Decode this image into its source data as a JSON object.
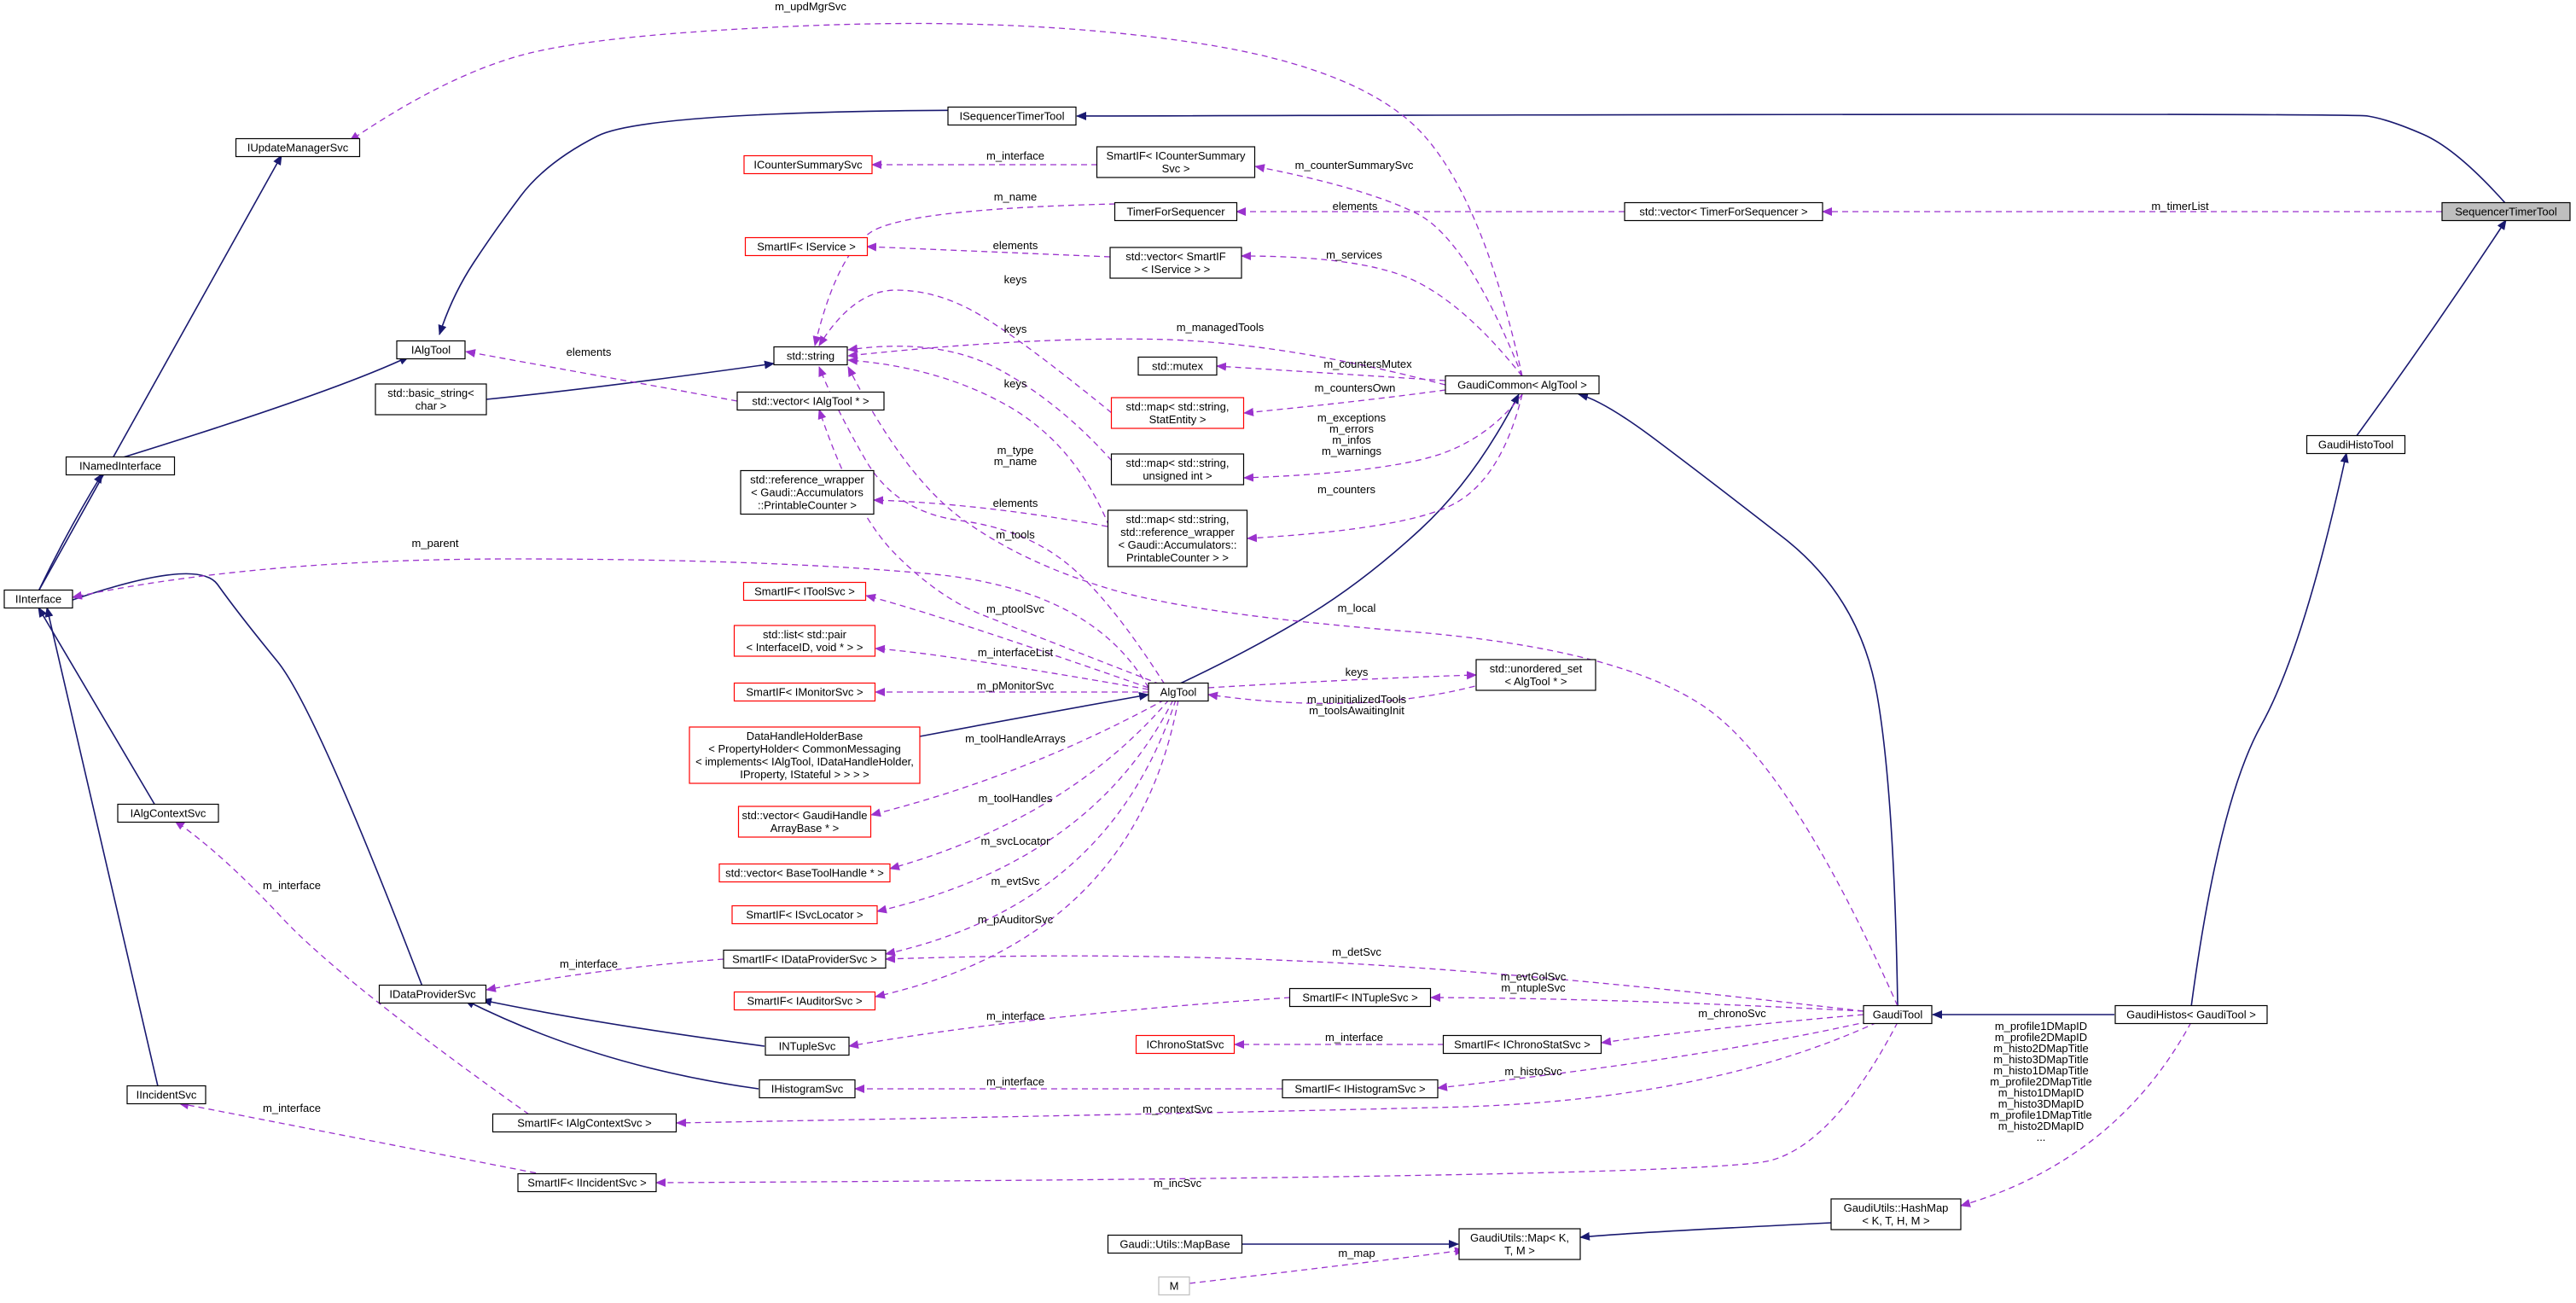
{
  "colors": {
    "inheritance": "#191970",
    "usage": "#9a32cd",
    "node_border": "#000000",
    "node_border_missing": "#ff0000",
    "node_border_undocumented": "#bfbfbf",
    "highlight_fill": "#bfbfbf"
  },
  "nodes": {
    "SequencerTimerTool": {
      "lines": [
        "SequencerTimerTool"
      ],
      "highlight": true
    },
    "ISequencerTimerTool": {
      "lines": [
        "ISequencerTimerTool"
      ]
    },
    "IUpdateManagerSvc": {
      "lines": [
        "IUpdateManagerSvc"
      ]
    },
    "ICounterSummarySvc": {
      "lines": [
        "ICounterSummarySvc"
      ],
      "missing": true
    },
    "SmartIF_ICounterSummarySvc": {
      "lines": [
        "SmartIF< ICounterSummary",
        "Svc >"
      ]
    },
    "TimerForSequencer": {
      "lines": [
        "TimerForSequencer"
      ]
    },
    "vector_TimerForSequencer": {
      "lines": [
        "std::vector< TimerForSequencer >"
      ]
    },
    "SmartIF_IService": {
      "lines": [
        "SmartIF< IService >"
      ],
      "missing": true
    },
    "vector_SmartIF_IService": {
      "lines": [
        "std::vector< SmartIF",
        "< IService > >"
      ]
    },
    "IAlgTool": {
      "lines": [
        "IAlgTool"
      ]
    },
    "std_string": {
      "lines": [
        "std::string"
      ]
    },
    "basic_string": {
      "lines": [
        "std::basic_string<",
        "char >"
      ]
    },
    "vector_IAlgTool": {
      "lines": [
        "std::vector< IAlgTool * >"
      ]
    },
    "std_mutex": {
      "lines": [
        "std::mutex"
      ]
    },
    "GaudiCommon_AlgTool": {
      "lines": [
        "GaudiCommon< AlgTool >"
      ]
    },
    "map_StatEntity": {
      "lines": [
        "std::map< std::string,",
        "StatEntity >"
      ],
      "missing": true
    },
    "map_unsigned": {
      "lines": [
        "std::map< std::string,",
        "unsigned int >"
      ]
    },
    "INamedInterface": {
      "lines": [
        "INamedInterface"
      ]
    },
    "reference_wrapper": {
      "lines": [
        "std::reference_wrapper",
        "< Gaudi::Accumulators",
        "::PrintableCounter >"
      ]
    },
    "map_reference_wrapper": {
      "lines": [
        "std::map< std::string,",
        "std::reference_wrapper",
        "< Gaudi::Accumulators::",
        "PrintableCounter > >"
      ]
    },
    "GaudiHistoTool": {
      "lines": [
        "GaudiHistoTool"
      ]
    },
    "IInterface": {
      "lines": [
        "IInterface"
      ]
    },
    "SmartIF_IToolSvc": {
      "lines": [
        "SmartIF< IToolSvc >"
      ],
      "missing": true
    },
    "list_pair": {
      "lines": [
        "std::list< std::pair",
        "< InterfaceID, void * > >"
      ],
      "missing": true
    },
    "SmartIF_IMonitorSvc": {
      "lines": [
        "SmartIF< IMonitorSvc >"
      ],
      "missing": true
    },
    "AlgTool": {
      "lines": [
        "AlgTool"
      ]
    },
    "unordered_set": {
      "lines": [
        "std::unordered_set",
        "< AlgTool * >"
      ]
    },
    "DataHandleHolderBase": {
      "lines": [
        "DataHandleHolderBase",
        "< PropertyHolder< CommonMessaging",
        "< implements< IAlgTool, IDataHandleHolder,",
        "IProperty, IStateful > > > >"
      ],
      "missing": true
    },
    "IAlgContextSvc": {
      "lines": [
        "IAlgContextSvc"
      ]
    },
    "vector_GaudiHandleArrayBase": {
      "lines": [
        "std::vector< GaudiHandle",
        "ArrayBase * >"
      ],
      "missing": true
    },
    "vector_BaseToolHandle": {
      "lines": [
        "std::vector< BaseToolHandle * >"
      ],
      "missing": true
    },
    "SmartIF_ISvcLocator": {
      "lines": [
        "SmartIF< ISvcLocator >"
      ],
      "missing": true
    },
    "SmartIF_IDataProviderSvc": {
      "lines": [
        "SmartIF< IDataProviderSvc >"
      ]
    },
    "IDataProviderSvc": {
      "lines": [
        "IDataProviderSvc"
      ]
    },
    "SmartIF_IAuditorSvc": {
      "lines": [
        "SmartIF< IAuditorSvc >"
      ],
      "missing": true
    },
    "SmartIF_INTupleSvc": {
      "lines": [
        "SmartIF< INTupleSvc >"
      ]
    },
    "GaudiTool": {
      "lines": [
        "GaudiTool"
      ]
    },
    "GaudiHistos_GaudiTool": {
      "lines": [
        "GaudiHistos< GaudiTool >"
      ]
    },
    "INTupleSvc": {
      "lines": [
        "INTupleSvc"
      ]
    },
    "IChronoStatSvc": {
      "lines": [
        "IChronoStatSvc"
      ],
      "missing": true
    },
    "SmartIF_IChronoStatSvc": {
      "lines": [
        "SmartIF< IChronoStatSvc >"
      ]
    },
    "IHistogramSvc": {
      "lines": [
        "IHistogramSvc"
      ]
    },
    "SmartIF_IHistogramSvc": {
      "lines": [
        "SmartIF< IHistogramSvc >"
      ]
    },
    "IIncidentSvc": {
      "lines": [
        "IIncidentSvc"
      ]
    },
    "SmartIF_IAlgContextSvc": {
      "lines": [
        "SmartIF< IAlgContextSvc >"
      ]
    },
    "SmartIF_IIncidentSvc": {
      "lines": [
        "SmartIF< IIncidentSvc >"
      ]
    },
    "HashMap": {
      "lines": [
        "GaudiUtils::HashMap",
        "< K, T, H, M >"
      ]
    },
    "MapBase": {
      "lines": [
        "Gaudi::Utils::MapBase"
      ]
    },
    "GaudiUtils_Map": {
      "lines": [
        "GaudiUtils::Map< K,",
        "T, M >"
      ]
    },
    "M": {
      "lines": [
        "M"
      ],
      "undocumented": true
    }
  },
  "edges": [
    {
      "kind": "inherit",
      "from": "ISequencerTimerTool",
      "to": "SequencerTimerTool"
    },
    {
      "kind": "inherit",
      "from": "IAlgTool",
      "to": "ISequencerTimerTool"
    },
    {
      "kind": "inherit",
      "from": "INamedInterface",
      "to": "IAlgTool"
    },
    {
      "kind": "inherit",
      "from": "IInterface",
      "to": "INamedInterface"
    },
    {
      "kind": "inherit",
      "from": "IInterface",
      "to": "IUpdateManagerSvc"
    },
    {
      "kind": "inherit",
      "from": "IInterface",
      "to": "IAlgContextSvc"
    },
    {
      "kind": "inherit",
      "from": "IInterface",
      "to": "IDataProviderSvc"
    },
    {
      "kind": "inherit",
      "from": "IInterface",
      "to": "IIncidentSvc"
    },
    {
      "kind": "inherit",
      "from": "IDataProviderSvc",
      "to": "INTupleSvc"
    },
    {
      "kind": "inherit",
      "from": "IDataProviderSvc",
      "to": "IHistogramSvc"
    },
    {
      "kind": "inherit",
      "from": "basic_string",
      "to": "std_string"
    },
    {
      "kind": "inherit",
      "from": "DataHandleHolderBase",
      "to": "AlgTool"
    },
    {
      "kind": "inherit",
      "from": "AlgTool",
      "to": "GaudiCommon_AlgTool"
    },
    {
      "kind": "inherit",
      "from": "GaudiCommon_AlgTool",
      "to": "GaudiTool"
    },
    {
      "kind": "inherit",
      "from": "GaudiTool",
      "to": "GaudiHistos_GaudiTool"
    },
    {
      "kind": "inherit",
      "from": "GaudiHistos_GaudiTool",
      "to": "GaudiHistoTool"
    },
    {
      "kind": "inherit",
      "from": "GaudiHistoTool",
      "to": "SequencerTimerTool"
    },
    {
      "kind": "inherit",
      "from": "MapBase",
      "to": "GaudiUtils_Map"
    },
    {
      "kind": "inherit",
      "from": "GaudiUtils_Map",
      "to": "HashMap"
    },
    {
      "kind": "use",
      "from": "GaudiCommon_AlgTool",
      "to": "IUpdateManagerSvc",
      "label": [
        "m_updMgrSvc"
      ]
    },
    {
      "kind": "use",
      "from": "ICounterSummarySvc",
      "to": "SmartIF_ICounterSummarySvc",
      "label": [
        "m_interface"
      ]
    },
    {
      "kind": "use",
      "from": "SmartIF_ICounterSummarySvc",
      "to": "GaudiCommon_AlgTool",
      "label": [
        "m_counterSummarySvc"
      ]
    },
    {
      "kind": "use",
      "from": "TimerForSequencer",
      "to": "vector_TimerForSequencer",
      "label": [
        "elements"
      ]
    },
    {
      "kind": "use",
      "from": "vector_TimerForSequencer",
      "to": "SequencerTimerTool",
      "label": [
        "m_timerList"
      ]
    },
    {
      "kind": "use",
      "from": "std_string",
      "to": "TimerForSequencer",
      "label": [
        "m_name"
      ]
    },
    {
      "kind": "use",
      "from": "SmartIF_IService",
      "to": "vector_SmartIF_IService",
      "label": [
        "elements"
      ]
    },
    {
      "kind": "use",
      "from": "vector_SmartIF_IService",
      "to": "GaudiCommon_AlgTool",
      "label": [
        "m_services"
      ]
    },
    {
      "kind": "use",
      "from": "std_string",
      "to": "map_StatEntity",
      "label": [
        "keys"
      ]
    },
    {
      "kind": "use",
      "from": "std_string",
      "to": "map_unsigned",
      "label": [
        "keys"
      ]
    },
    {
      "kind": "use",
      "from": "std_string",
      "to": "map_reference_wrapper",
      "label": [
        "keys"
      ]
    },
    {
      "kind": "use",
      "from": "vector_IAlgTool",
      "to": "GaudiCommon_AlgTool",
      "label": [
        "m_managedTools"
      ]
    },
    {
      "kind": "use",
      "from": "IAlgTool",
      "to": "vector_IAlgTool",
      "label": [
        "elements"
      ]
    },
    {
      "kind": "use",
      "from": "std_mutex",
      "to": "GaudiCommon_AlgTool",
      "label": [
        "m_countersMutex"
      ]
    },
    {
      "kind": "use",
      "from": "map_StatEntity",
      "to": "GaudiCommon_AlgTool",
      "label": [
        "m_countersOwn"
      ]
    },
    {
      "kind": "use",
      "from": "map_unsigned",
      "to": "GaudiCommon_AlgTool",
      "label": [
        "m_exceptions",
        "m_errors",
        "m_infos",
        "m_warnings"
      ]
    },
    {
      "kind": "use",
      "from": "map_reference_wrapper",
      "to": "GaudiCommon_AlgTool",
      "label": [
        "m_counters"
      ]
    },
    {
      "kind": "use",
      "from": "reference_wrapper",
      "to": "map_reference_wrapper",
      "label": [
        "elements"
      ]
    },
    {
      "kind": "use",
      "from": "std_string",
      "to": "AlgTool",
      "label": [
        "m_type",
        "m_name"
      ]
    },
    {
      "kind": "use",
      "from": "vector_IAlgTool",
      "to": "AlgTool",
      "label": [
        "m_tools"
      ]
    },
    {
      "kind": "use",
      "from": "AlgTool",
      "to": "IInterface",
      "label": [
        "m_parent"
      ]
    },
    {
      "kind": "use",
      "from": "GaudiTool",
      "to": "std_string",
      "label": [
        "m_local"
      ]
    },
    {
      "kind": "use",
      "from": "AlgTool",
      "to": "SmartIF_IToolSvc",
      "label": [
        "m_ptoolSvc"
      ]
    },
    {
      "kind": "use",
      "from": "AlgTool",
      "to": "list_pair",
      "label": [
        "m_interfaceList"
      ]
    },
    {
      "kind": "use",
      "from": "AlgTool",
      "to": "SmartIF_IMonitorSvc",
      "label": [
        "m_pMonitorSvc"
      ]
    },
    {
      "kind": "use",
      "from": "AlgTool",
      "to": "unordered_set",
      "label": [
        "keys"
      ]
    },
    {
      "kind": "use",
      "from": "unordered_set",
      "to": "AlgTool",
      "label": [
        "m_uninitializedTools",
        "m_toolsAwaitingInit"
      ]
    },
    {
      "kind": "use",
      "from": "AlgTool",
      "to": "vector_GaudiHandleArrayBase",
      "label": [
        "m_toolHandleArrays"
      ]
    },
    {
      "kind": "use",
      "from": "AlgTool",
      "to": "vector_BaseToolHandle",
      "label": [
        "m_toolHandles"
      ]
    },
    {
      "kind": "use",
      "from": "AlgTool",
      "to": "SmartIF_ISvcLocator",
      "label": [
        "m_svcLocator"
      ]
    },
    {
      "kind": "use",
      "from": "AlgTool",
      "to": "SmartIF_IDataProviderSvc",
      "label": [
        "m_evtSvc"
      ]
    },
    {
      "kind": "use",
      "from": "AlgTool",
      "to": "SmartIF_IAuditorSvc",
      "label": [
        "m_pAuditorSvc"
      ]
    },
    {
      "kind": "use",
      "from": "GaudiTool",
      "to": "SmartIF_IDataProviderSvc",
      "label": [
        "m_detSvc"
      ]
    },
    {
      "kind": "use",
      "from": "SmartIF_IDataProviderSvc",
      "to": "IDataProviderSvc",
      "label": [
        "m_interface"
      ]
    },
    {
      "kind": "use",
      "from": "SmartIF_IAlgContextSvc",
      "to": "IAlgContextSvc",
      "label": [
        "m_interface"
      ]
    },
    {
      "kind": "use",
      "from": "GaudiTool",
      "to": "SmartIF_INTupleSvc",
      "label": [
        "m_evtColSvc",
        "m_ntupleSvc"
      ]
    },
    {
      "kind": "use",
      "from": "SmartIF_INTupleSvc",
      "to": "INTupleSvc",
      "label": [
        "m_interface"
      ]
    },
    {
      "kind": "use",
      "from": "GaudiTool",
      "to": "SmartIF_IChronoStatSvc",
      "label": [
        "m_chronoSvc"
      ]
    },
    {
      "kind": "use",
      "from": "SmartIF_IChronoStatSvc",
      "to": "IChronoStatSvc",
      "label": [
        "m_interface"
      ]
    },
    {
      "kind": "use",
      "from": "GaudiTool",
      "to": "SmartIF_IHistogramSvc",
      "label": [
        "m_histoSvc"
      ]
    },
    {
      "kind": "use",
      "from": "SmartIF_IHistogramSvc",
      "to": "IHistogramSvc",
      "label": [
        "m_interface"
      ]
    },
    {
      "kind": "use",
      "from": "GaudiTool",
      "to": "SmartIF_IAlgContextSvc",
      "label": [
        "m_contextSvc"
      ]
    },
    {
      "kind": "use",
      "from": "GaudiTool",
      "to": "SmartIF_IIncidentSvc",
      "label": [
        "m_incSvc"
      ]
    },
    {
      "kind": "use",
      "from": "SmartIF_IIncidentSvc",
      "to": "IIncidentSvc",
      "label": [
        "m_interface"
      ]
    },
    {
      "kind": "use",
      "from": "GaudiHistos_GaudiTool",
      "to": "HashMap",
      "label": [
        "m_profile1DMapID",
        "m_profile2DMapID",
        "m_histo2DMapTitle",
        "m_histo3DMapTitle",
        "m_histo1DMapTitle",
        "m_profile2DMapTitle",
        "m_histo1DMapID",
        "m_histo3DMapID",
        "m_profile1DMapTitle",
        "m_histo2DMapID",
        "..."
      ]
    },
    {
      "kind": "use",
      "from": "M",
      "to": "GaudiUtils_Map",
      "label": [
        "m_map"
      ]
    }
  ]
}
